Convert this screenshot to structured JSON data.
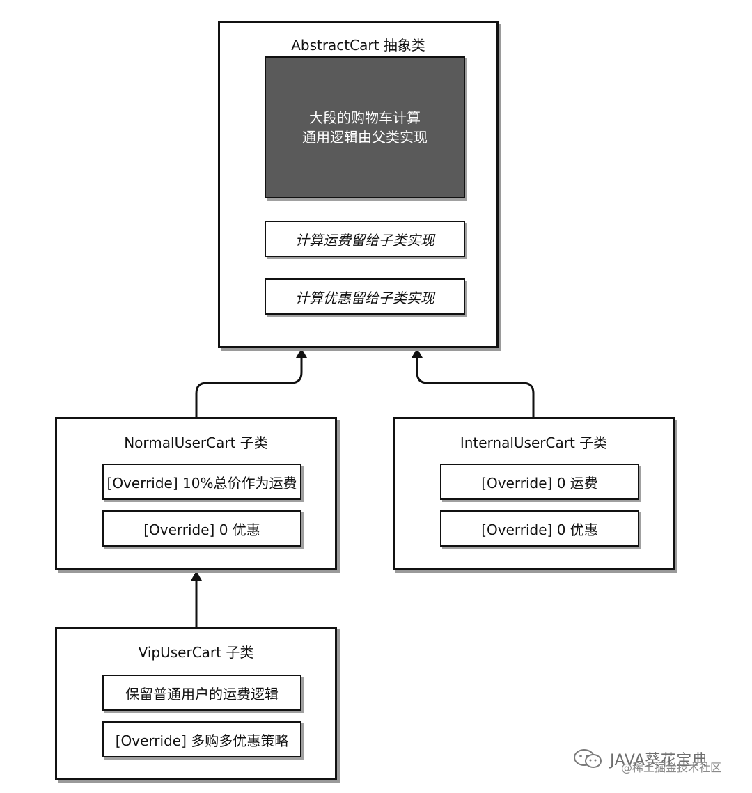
{
  "abstract_cart": {
    "title": "AbstractCart 抽象类",
    "core_logic": [
      "大段的购物车计算",
      "通用逻辑由父类实现"
    ],
    "methods": [
      "计算运费留给子类实现",
      "计算优惠留给子类实现"
    ]
  },
  "normal_user_cart": {
    "title": "NormalUserCart 子类",
    "methods": [
      "[Override] 10%总价作为运费",
      "[Override] 0 优惠"
    ]
  },
  "internal_user_cart": {
    "title": "InternalUserCart 子类",
    "methods": [
      "[Override] 0 运费",
      "[Override] 0 优惠"
    ]
  },
  "vip_user_cart": {
    "title": "VipUserCart 子类",
    "methods": [
      "保留普通用户的运费逻辑",
      "[Override] 多购多优惠策略"
    ]
  },
  "watermark": {
    "main": "JAVA葵花宝典",
    "sub": "@稀土掘金技术社区",
    "icon": "wechat-icon"
  },
  "colors": {
    "dark_fill": "#5a5a5a",
    "border": "#111111",
    "shadow": "#9a9a9a"
  }
}
